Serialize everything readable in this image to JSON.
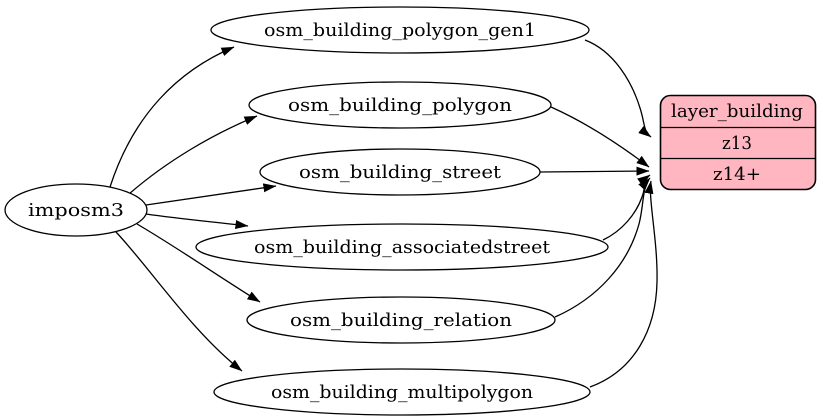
{
  "diagram": {
    "type": "graphviz-digraph",
    "source_node": {
      "label": "imposm3"
    },
    "table_nodes": [
      {
        "label": "osm_building_polygon_gen1"
      },
      {
        "label": "osm_building_polygon"
      },
      {
        "label": "osm_building_street"
      },
      {
        "label": "osm_building_associatedstreet"
      },
      {
        "label": "osm_building_relation"
      },
      {
        "label": "osm_building_multipolygon"
      }
    ],
    "layer_node": {
      "title": "layer_building",
      "rows": [
        {
          "label": "z13"
        },
        {
          "label": "z14+"
        }
      ]
    },
    "edges": [
      {
        "from": "imposm3",
        "to": "osm_building_polygon_gen1"
      },
      {
        "from": "imposm3",
        "to": "osm_building_polygon"
      },
      {
        "from": "imposm3",
        "to": "osm_building_street"
      },
      {
        "from": "imposm3",
        "to": "osm_building_associatedstreet"
      },
      {
        "from": "imposm3",
        "to": "osm_building_relation"
      },
      {
        "from": "imposm3",
        "to": "osm_building_multipolygon"
      },
      {
        "from": "osm_building_polygon_gen1",
        "to": "layer_building:z13"
      },
      {
        "from": "osm_building_polygon",
        "to": "layer_building:z14+"
      },
      {
        "from": "osm_building_street",
        "to": "layer_building:z14+"
      },
      {
        "from": "osm_building_associatedstreet",
        "to": "layer_building:z14+"
      },
      {
        "from": "osm_building_relation",
        "to": "layer_building:z14+"
      },
      {
        "from": "osm_building_multipolygon",
        "to": "layer_building:z14+"
      }
    ],
    "colors": {
      "background": "#ffffff",
      "node_fill": "#ffffff",
      "stroke": "#000000",
      "layer_fill": "#ffb6c1",
      "text": "#000000"
    }
  }
}
